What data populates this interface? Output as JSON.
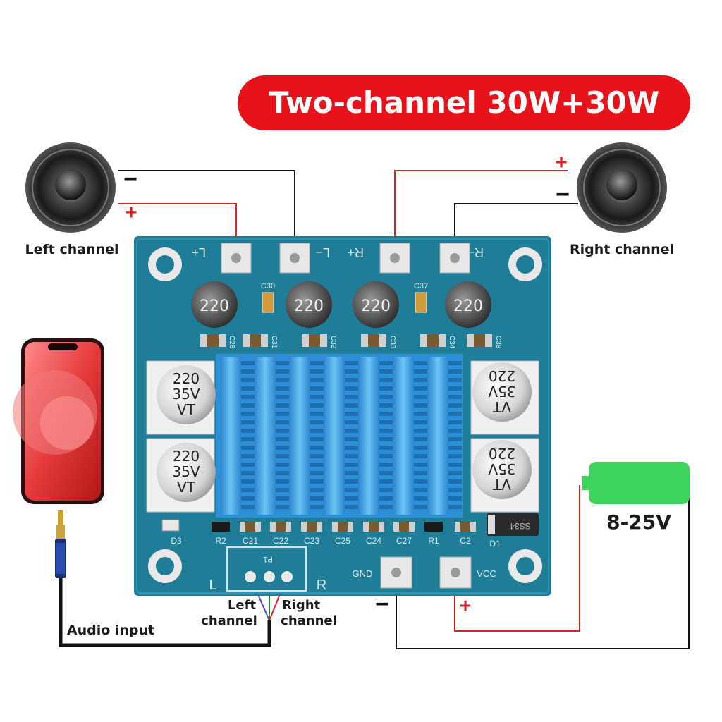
{
  "title_banner": {
    "text": "Two-channel 30W+30W",
    "bg_color": "#e8121b"
  },
  "speakers": {
    "left": {
      "label": "Left channel",
      "minus_sign": "−",
      "plus_sign": "+"
    },
    "right": {
      "label": "Right channel",
      "minus_sign": "−",
      "plus_sign": "+"
    }
  },
  "board": {
    "color": "#1f7d98",
    "terminals": {
      "l_plus": "L+",
      "l_minus": "L−",
      "r_plus": "R+",
      "r_minus": "R−",
      "gnd": "GND",
      "vcc": "VCC"
    },
    "inductors": [
      "220",
      "220",
      "220",
      "220"
    ],
    "top_caps": {
      "c30": "C30",
      "c37": "C37"
    },
    "small_caps": [
      "C28",
      "C31",
      "C32",
      "C33",
      "C34",
      "C38"
    ],
    "electrolytic_caps": [
      {
        "line1": "220",
        "line2": "35V",
        "line3": "VT"
      },
      {
        "line1": "220",
        "line2": "35V",
        "line3": "VT"
      },
      {
        "line1": "VT",
        "line2": "35V",
        "line3": "220"
      },
      {
        "line1": "VT",
        "line2": "35V",
        "line3": "220"
      }
    ],
    "bottom_row": [
      "R2",
      "C21",
      "C22",
      "C23",
      "C25",
      "C24",
      "C27",
      "R1",
      "C2"
    ],
    "d3": "D3",
    "d1": "D1",
    "diode_text": "SS34",
    "heatsink_color": "#3a9fe0",
    "input_header": {
      "left": "L",
      "right": "R",
      "pin": "P1"
    }
  },
  "audio": {
    "left_channel": "Left\nchannel",
    "left_line1": "Left",
    "left_line2": "channel",
    "right_line1": "Right",
    "right_line2": "channel",
    "audio_input": "Audio input"
  },
  "power": {
    "label": "8-25V",
    "color": "#3ed35a",
    "minus_sign": "−",
    "plus_sign": "+"
  }
}
